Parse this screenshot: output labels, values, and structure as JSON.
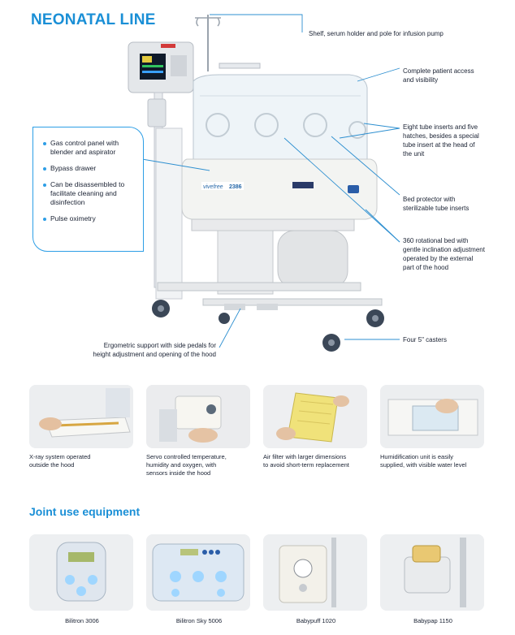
{
  "title": "NEONATAL LINE",
  "callouts": {
    "shelf": "Shelf, serum holder and pole for infusion pump",
    "access": [
      "Complete patient access",
      "and visibility"
    ],
    "tubes": [
      "Eight tube inserts and five",
      "hatches, besides a special",
      "tube insert at the head of",
      "the unit"
    ],
    "bed_protector": [
      "Bed protector with",
      "sterilizable tube inserts"
    ],
    "rotational": [
      "360 rotational bed with",
      "gentle inclination adjustment",
      "operated by the external",
      "part of the hood"
    ],
    "casters": "Four 5\" casters",
    "ergonomic": [
      "Ergometric support with side pedals for",
      "height adjustment and opening of the hood"
    ]
  },
  "features": [
    "Gas control panel with blender and aspirator",
    "Bypass drawer",
    "Can be disassembled to facilitate cleaning and disinfection",
    "Pulse oximetry"
  ],
  "device_label": "2386",
  "photos": [
    {
      "caption": [
        "X-ray system operated",
        "outside the hood"
      ]
    },
    {
      "caption": [
        "Servo controlled temperature,",
        "humidity and oxygen, with",
        "sensors inside the hood"
      ]
    },
    {
      "caption": [
        "Air filter with larger dimensions",
        "to avoid short-term replacement"
      ]
    },
    {
      "caption": [
        "Humidification unit is easily",
        "supplied, with visible water level"
      ]
    }
  ],
  "joint_title": "Joint use equipment",
  "products": [
    "Bilitron 3006",
    "Bilitron Sky 5006",
    "Babypuff 1020",
    "Babypap 1150"
  ],
  "colors": {
    "accent": "#1a8fd6",
    "leader": "#2d8fd0"
  }
}
